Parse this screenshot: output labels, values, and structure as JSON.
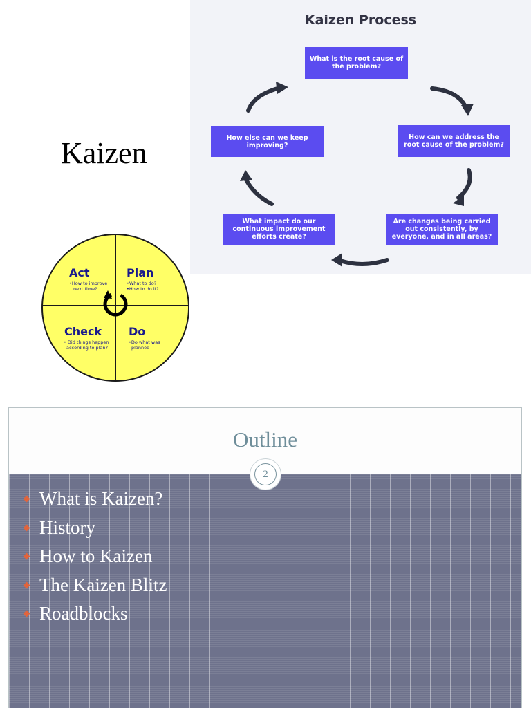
{
  "slide1": {
    "title": "Kaizen",
    "process": {
      "title": "Kaizen Process",
      "steps": [
        "What is the root cause of the problem?",
        "How can we address the root cause of the problem?",
        "Are changes being carried out consistently, by everyone, and in all areas?",
        "What impact do our continuous improvement efforts create?",
        "How else can we keep improving?"
      ],
      "box_color": "#5b4cf0",
      "arrow_color": "#2d3140"
    },
    "pdca": {
      "fill_color": "#ffff66",
      "text_color": "#1a1a8c",
      "quadrants": [
        {
          "title": "Act",
          "lines": [
            "•How to improve",
            "next time?"
          ]
        },
        {
          "title": "Plan",
          "lines": [
            "•What to do?",
            "•How to do it?"
          ]
        },
        {
          "title": "Check",
          "lines": [
            "• Did things happen",
            "according to plan?"
          ]
        },
        {
          "title": "Do",
          "lines": [
            "•Do what was",
            "planned"
          ]
        }
      ]
    }
  },
  "slide2": {
    "title": "Outline",
    "page_number": "2",
    "bullets": [
      "What is Kaizen?",
      "History",
      "How to Kaizen",
      "The Kaizen Blitz",
      "Roadblocks"
    ],
    "bullet_color": "#e0643c",
    "body_color": "#6e728c"
  }
}
